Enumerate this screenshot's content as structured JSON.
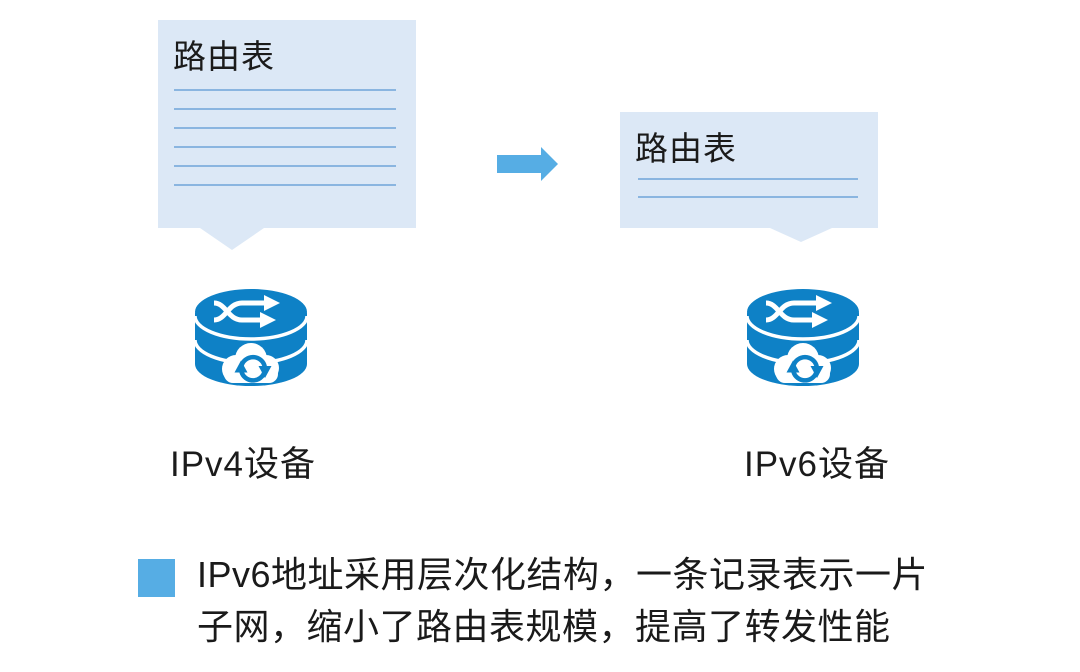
{
  "diagram": {
    "left_panel": {
      "callout_title": "路由表",
      "rule_line_count": 6,
      "device_label": "IPv4设备"
    },
    "right_panel": {
      "callout_title": "路由表",
      "rule_line_count": 2,
      "device_label": "IPv6设备"
    },
    "note": {
      "lines": [
        "IPv6地址采用层次化结构，一条记录表示一片",
        "子网，缩小了路由表规模，提高了转发性能"
      ]
    },
    "icons": {
      "router": "router-cylinder-icon",
      "arrow": "arrow-right-icon",
      "bullet": "bullet-square-icon"
    },
    "colors": {
      "callout_background": "#dce8f6",
      "rule_line": "#8ab5e0",
      "router_blue": "#0e81c6",
      "accent_blue": "#56ade4",
      "text": "#1a1a1a"
    }
  }
}
